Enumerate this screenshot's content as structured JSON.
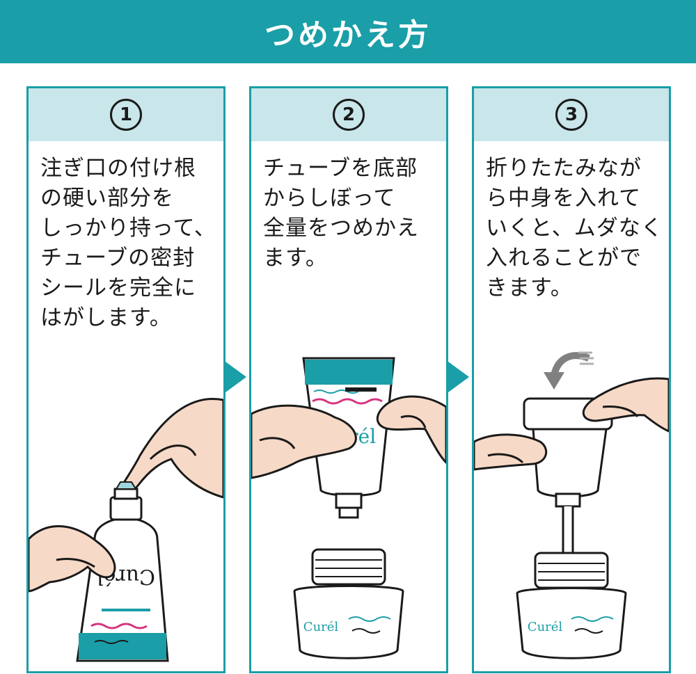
{
  "header": {
    "title": "つめかえ方"
  },
  "steps": [
    {
      "number": "1",
      "text": "注ぎ口の付け根\nの硬い部分を\nしっかり持って、\nチューブの密封\nシールを完全に\nはがします。"
    },
    {
      "number": "2",
      "text": "チューブを底部\nからしぼって\n全量をつめかえ\nます。"
    },
    {
      "number": "3",
      "text": "折りたたみなが\nら中身を入れて\nいくと、ムダなく\n入れることがで\nきます。"
    }
  ],
  "product": {
    "brand": "Curél"
  },
  "colors": {
    "accent": "#1a9ea7",
    "panel_head": "#c9e6ea",
    "pink": "#d6337f",
    "ink": "#1a1a1a"
  }
}
